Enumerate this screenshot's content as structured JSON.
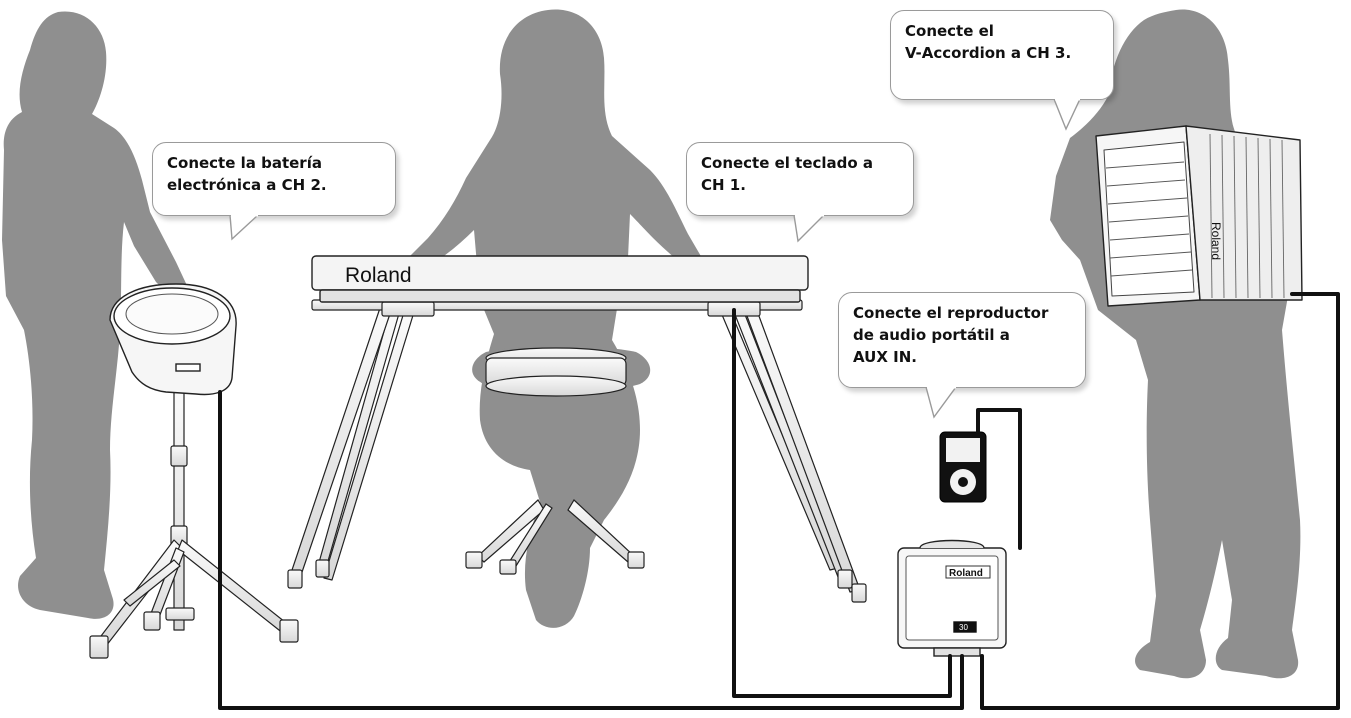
{
  "callouts": {
    "drums": {
      "lines": [
        "Conecte la batería",
        "electrónica a CH 2."
      ]
    },
    "keyboard": {
      "lines": [
        "Conecte el teclado a",
        "CH 1."
      ]
    },
    "accordion": {
      "lines": [
        "Conecte el",
        "V-Accordion a CH 3."
      ]
    },
    "player": {
      "lines": [
        "Conecte el reproductor",
        "de audio portátil a",
        "AUX IN."
      ]
    }
  },
  "brand": {
    "keyboard_logo": "Roland",
    "accordion_logo": "Roland",
    "amp_logo": "Roland",
    "amp_badge": "30"
  },
  "colors": {
    "silhouette": "#8f8f8f",
    "cable": "#111111",
    "bubble_border": "#9a9a9a",
    "equipment_outline": "#222222"
  }
}
